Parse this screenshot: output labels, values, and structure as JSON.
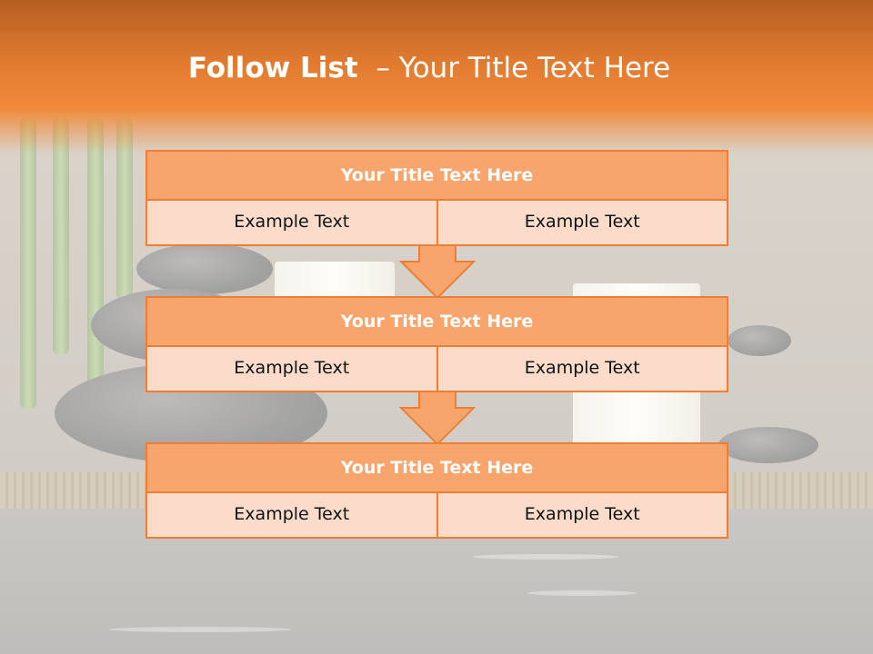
{
  "title": {
    "bold": "Follow List",
    "rest": "  – Your Title Text Here"
  },
  "blocks": [
    {
      "title": "Your Title Text Here",
      "left": "Example Text",
      "right": "Example Text"
    },
    {
      "title": "Your Title Text Here",
      "left": "Example Text",
      "right": "Example Text"
    },
    {
      "title": "Your Title Text Here",
      "left": "Example Text",
      "right": "Example Text"
    }
  ],
  "colors": {
    "accent": "#ee7e33",
    "title_fill": "#f7a56c",
    "cell_fill": "#fbdcca",
    "header": "#e07a30"
  }
}
